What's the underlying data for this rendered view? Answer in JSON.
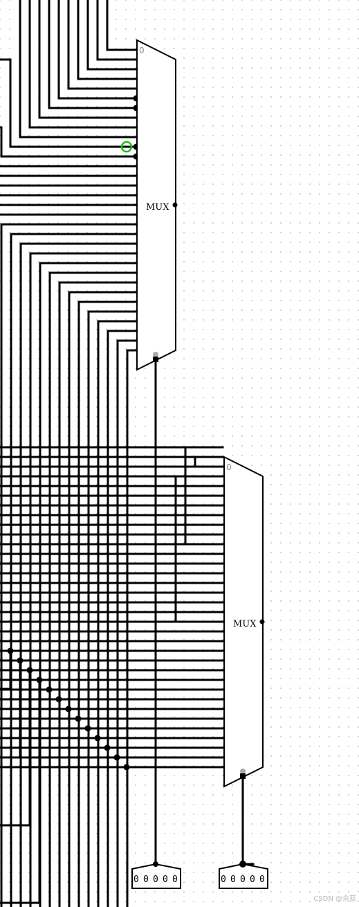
{
  "multiplexers": [
    {
      "label": "MUX",
      "select_marker": "0"
    },
    {
      "label": "MUX",
      "select_marker": "0"
    }
  ],
  "probes": [
    {
      "digits": [
        "0",
        "0",
        "0",
        "0",
        "0"
      ]
    },
    {
      "digits": [
        "0",
        "0",
        "0",
        "0",
        "0"
      ]
    }
  ],
  "watermark": "CSDN @余蓝",
  "colors": {
    "wire": "#000000",
    "grid_dot": "#c8c8c8",
    "highlight": "#18c418",
    "select_pin": "#aaaaaa"
  }
}
